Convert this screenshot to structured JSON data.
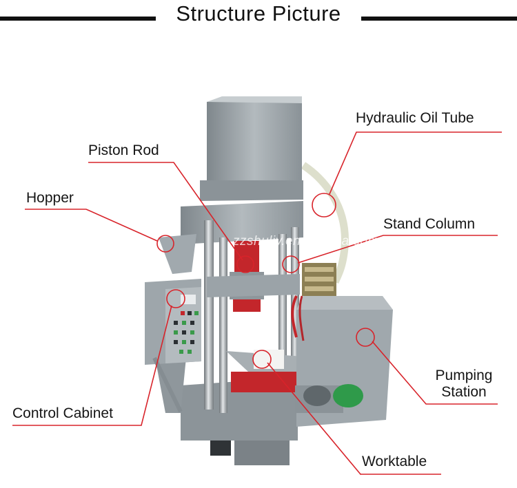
{
  "header": {
    "title": "Structure Picture"
  },
  "watermark": "zzshuliy.en.alibaba.com",
  "colors": {
    "callout": "#d8232a",
    "machine": "#9aa2a7",
    "accent_red": "#c3262b"
  },
  "callouts": [
    {
      "id": "hydraulic-oil-tube",
      "label": "Hydraulic Oil Tube"
    },
    {
      "id": "piston-rod",
      "label": "Piston Rod"
    },
    {
      "id": "hopper",
      "label": "Hopper"
    },
    {
      "id": "stand-column",
      "label": "Stand Column"
    },
    {
      "id": "control-cabinet",
      "label": "Control Cabinet"
    },
    {
      "id": "pumping-station",
      "label": "Pumping Station"
    },
    {
      "id": "worktable",
      "label": "Worktable"
    }
  ]
}
